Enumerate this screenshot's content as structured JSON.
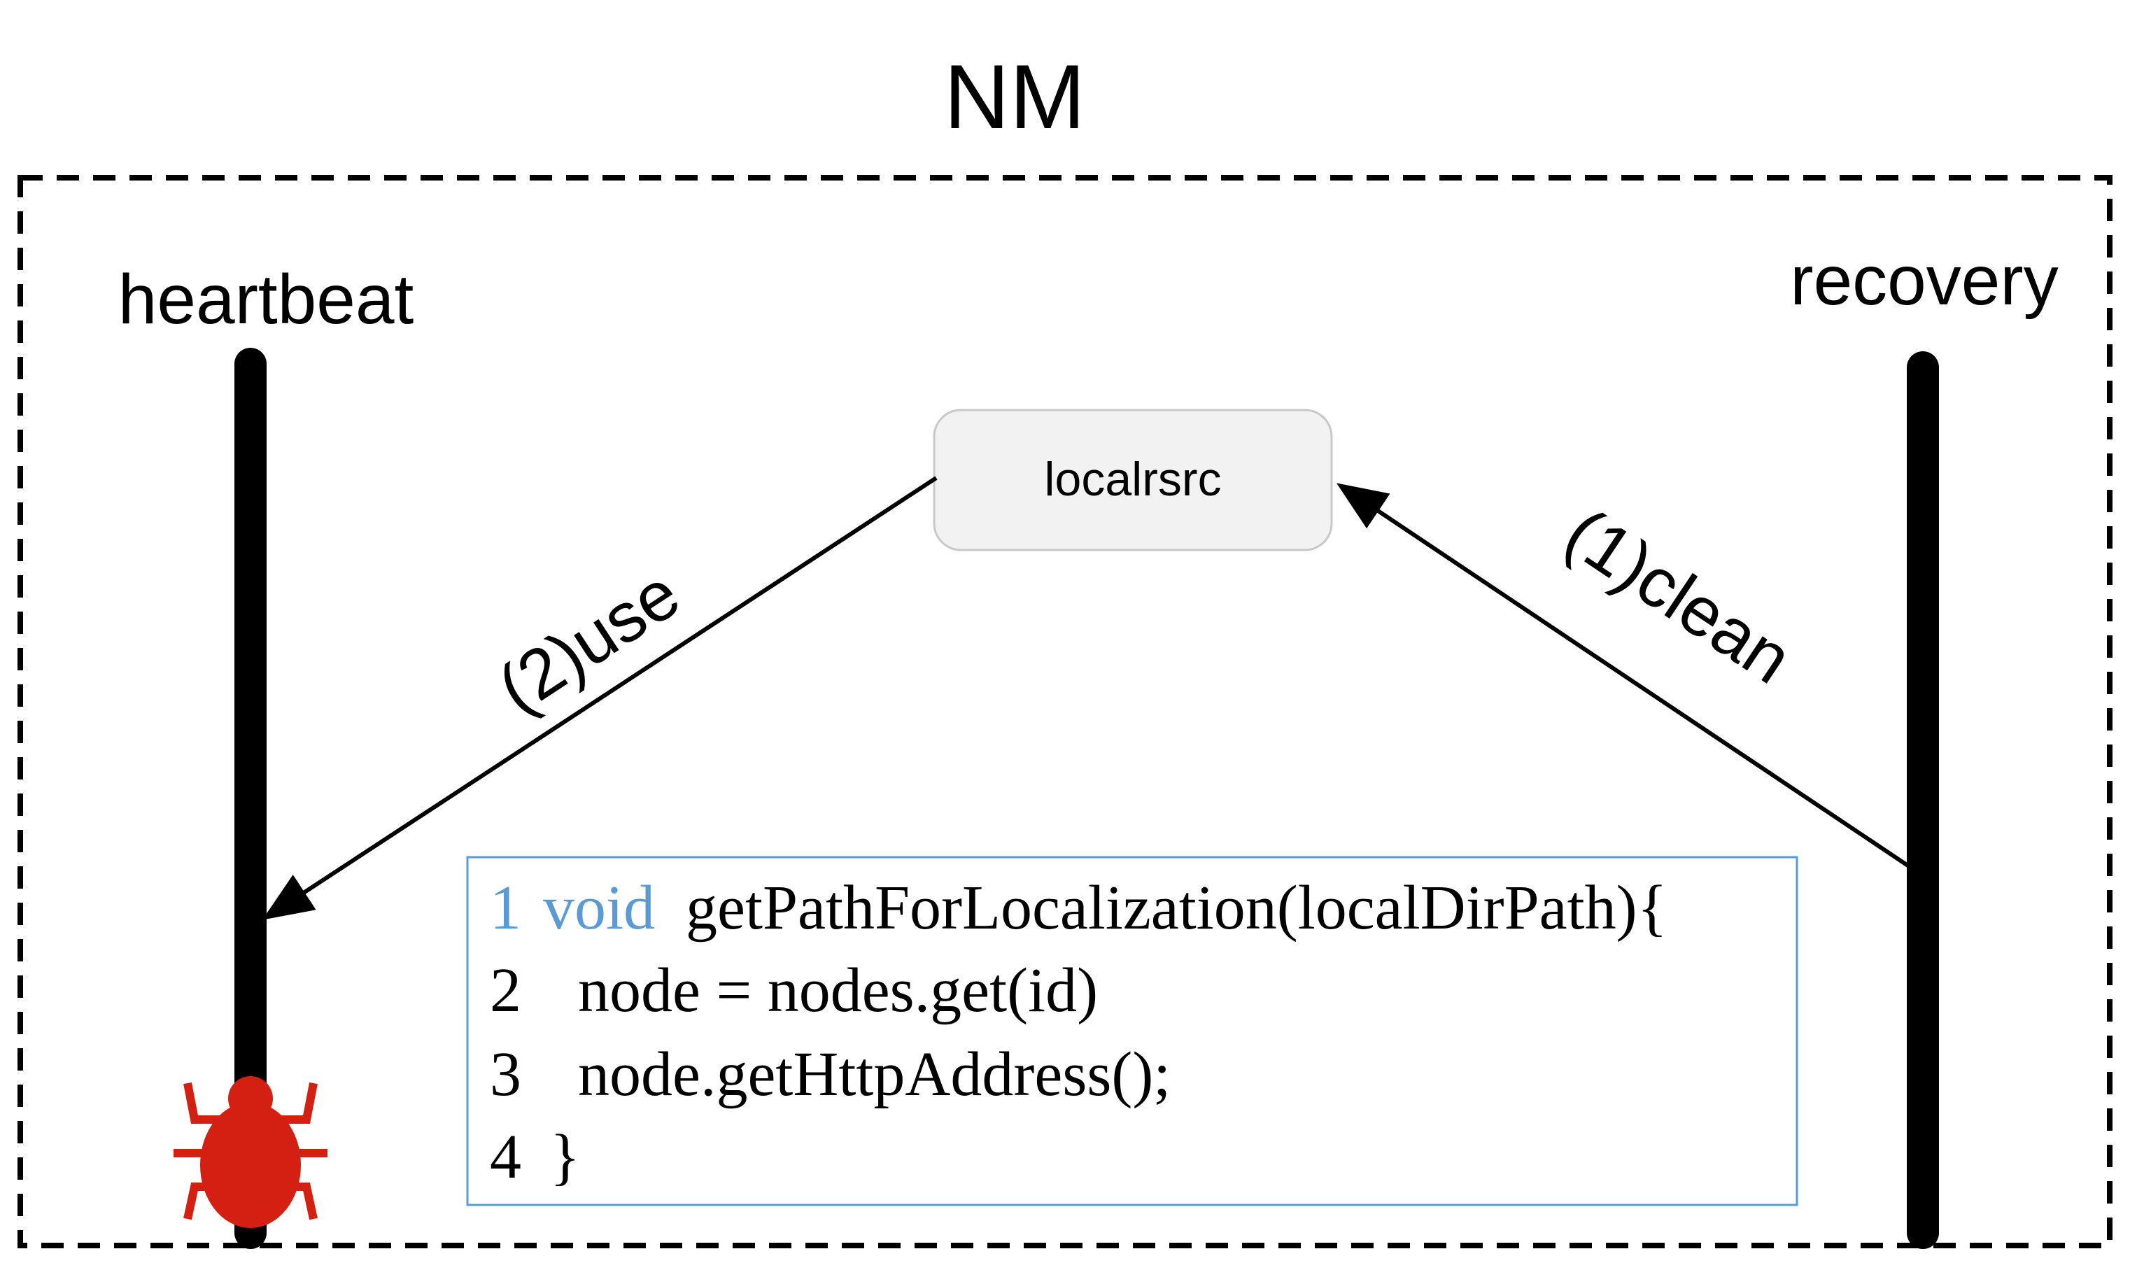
{
  "title": "NM",
  "threads": {
    "left": "heartbeat",
    "right": "recovery"
  },
  "resource": {
    "label": "localrsrc"
  },
  "arrows": {
    "use": "(2)use",
    "clean": "(1)clean"
  },
  "code": {
    "lines": [
      {
        "num": "1",
        "keyword": "void",
        "text": "getPathForLocalization(localDirPath){"
      },
      {
        "num": "2",
        "text": "node = nodes.get(id)"
      },
      {
        "num": "3",
        "text": "node.getHttpAddress();"
      },
      {
        "num": "4",
        "text": "}"
      }
    ]
  },
  "colors": {
    "stroke": "#000000",
    "code_border": "#5b9bd5",
    "code_keyword": "#5b9bd5",
    "bug": "#d42012",
    "box_fill": "#f2f2f2",
    "box_border": "#c8c8c8"
  },
  "icons": {
    "bug": "bug-icon"
  }
}
